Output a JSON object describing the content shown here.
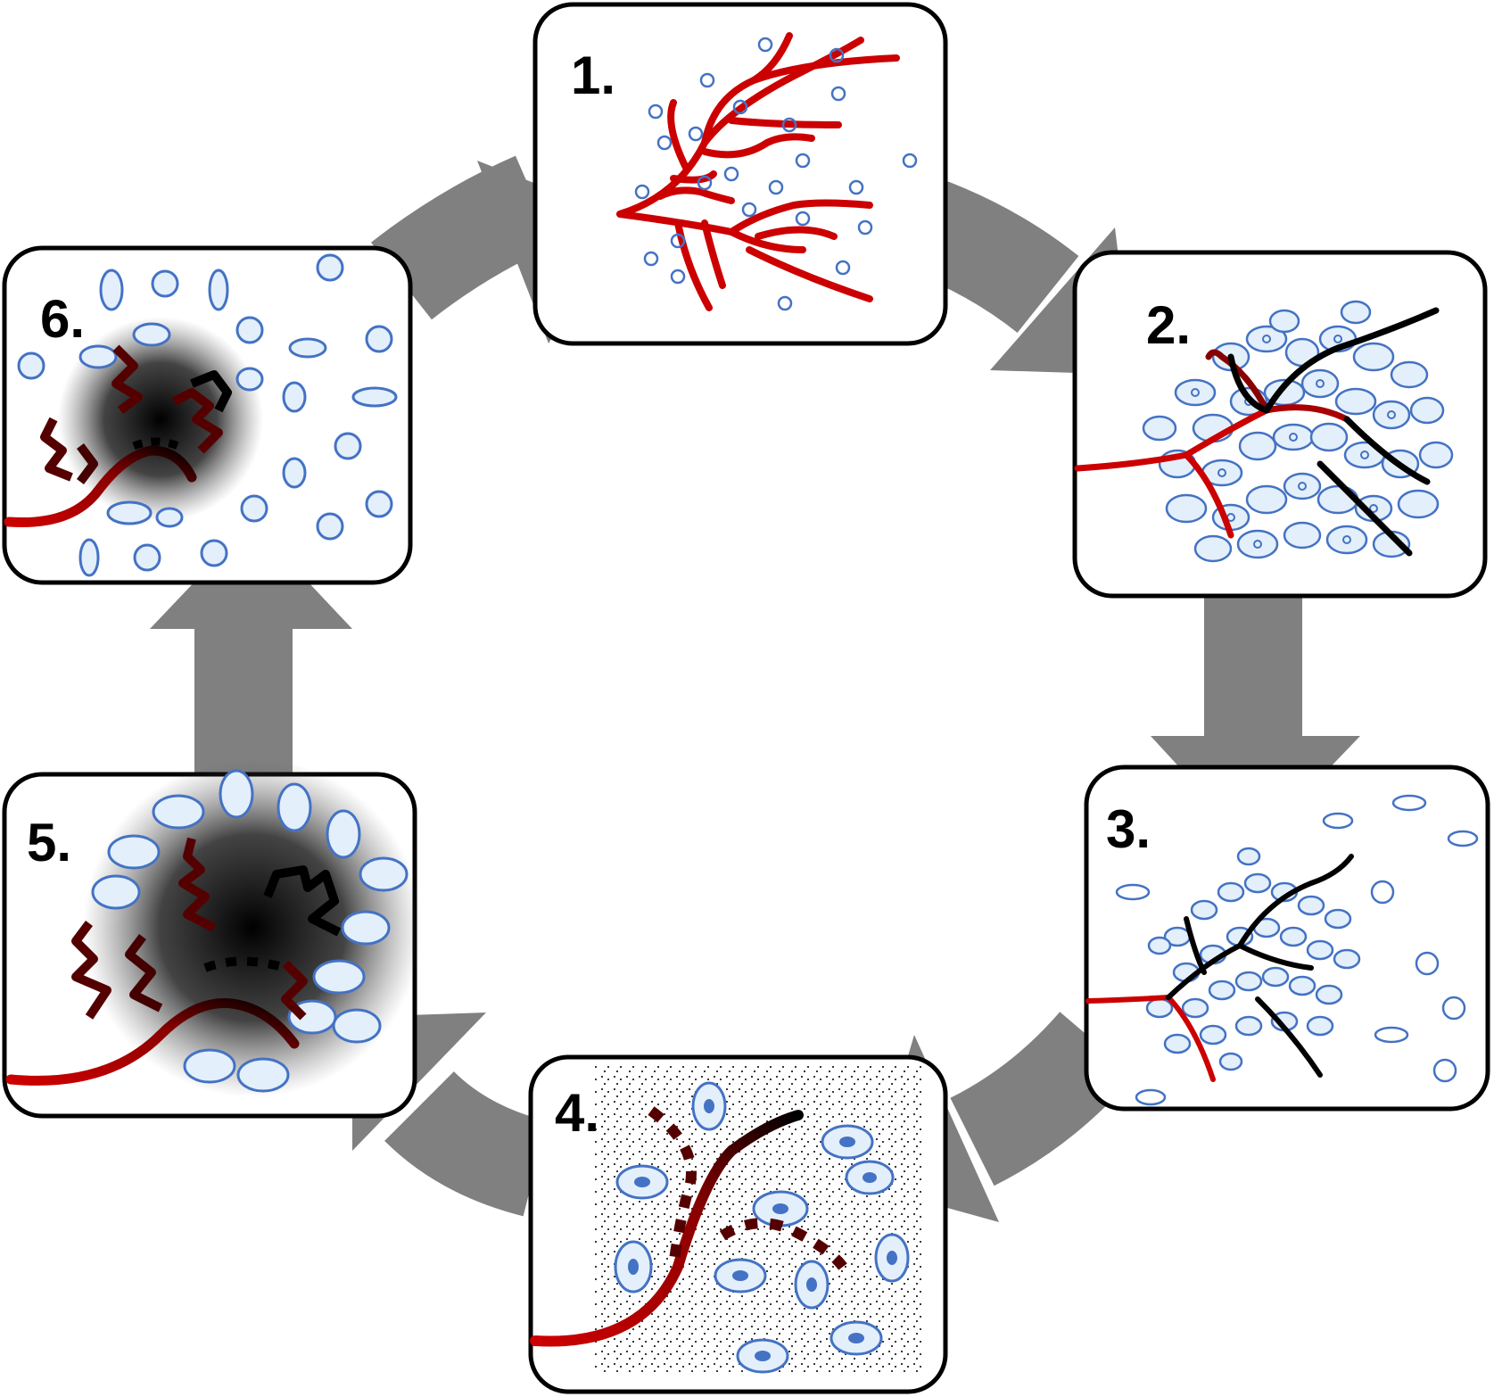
{
  "colors": {
    "arrow": "#808080",
    "vessel": "#cc0000",
    "vessel_dark": "#000000",
    "cell_fill": "#e3effa",
    "cell_stroke": "#4472c4",
    "nucleus": "#4472c4",
    "panel_border": "#000000"
  },
  "panels": [
    {
      "id": "panel-1",
      "label": "1."
    },
    {
      "id": "panel-2",
      "label": "2."
    },
    {
      "id": "panel-3",
      "label": "3."
    },
    {
      "id": "panel-4",
      "label": "4."
    },
    {
      "id": "panel-5",
      "label": "5."
    },
    {
      "id": "panel-6",
      "label": "6."
    }
  ]
}
